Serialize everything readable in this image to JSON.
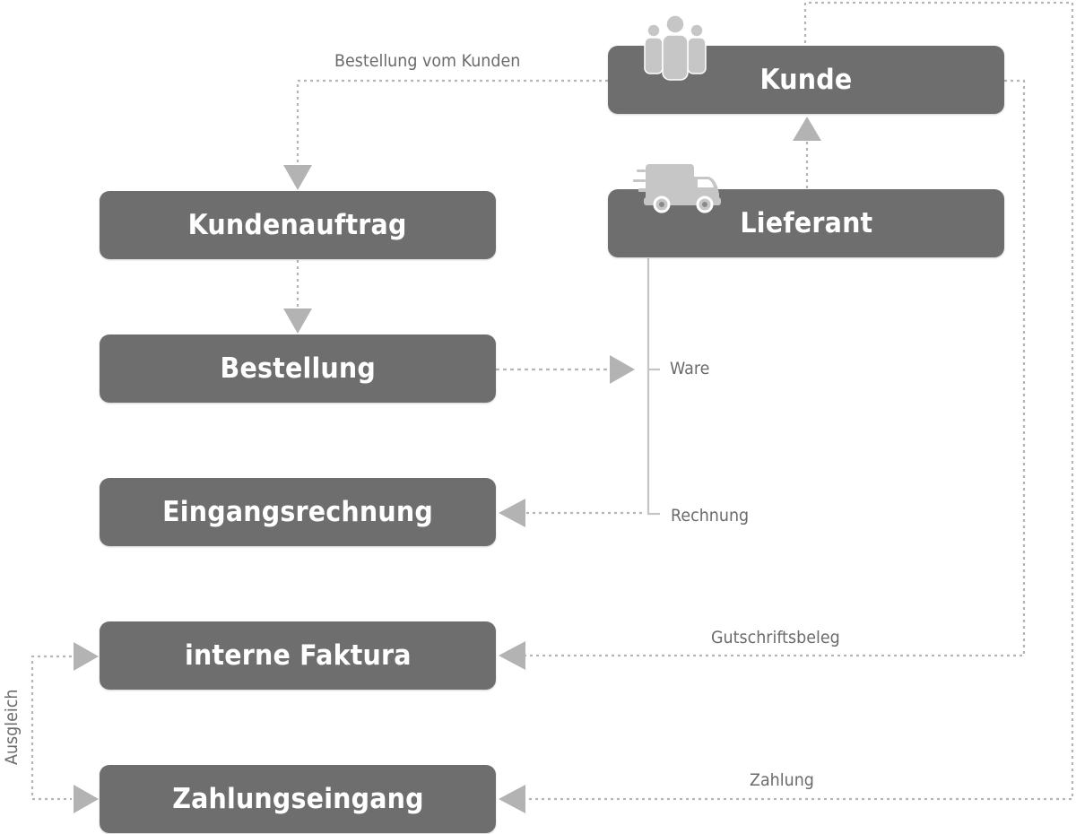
{
  "diagram": {
    "nodes": {
      "kunde": "Kunde",
      "lieferant": "Lieferant",
      "kundenauftrag": "Kundenauftrag",
      "bestellung": "Bestellung",
      "eingangsrechnung": "Eingangsrechnung",
      "interne_faktura": "interne Faktura",
      "zahlungseingang": "Zahlungseingang"
    },
    "edge_labels": {
      "bestellung_vom_kunden": "Bestellung vom Kunden",
      "ware": "Ware",
      "rechnung": "Rechnung",
      "gutschriftsbeleg": "Gutschriftsbeleg",
      "zahlung": "Zahlung",
      "ausgleich": "Ausgleich"
    },
    "edges": [
      {
        "from": "Kunde",
        "to": "Kundenauftrag",
        "label": "Bestellung vom Kunden",
        "style": "dotted"
      },
      {
        "from": "Kundenauftrag",
        "to": "Bestellung",
        "style": "dotted"
      },
      {
        "from": "Lieferant",
        "to": "Kunde",
        "style": "dotted"
      },
      {
        "from": "Bestellung",
        "to": "Lieferant",
        "label": "Ware",
        "style": "dashed"
      },
      {
        "from": "Lieferant",
        "to": "Eingangsrechnung",
        "label": "Rechnung",
        "style": "dotted"
      },
      {
        "from": "Kunde",
        "to": "interne Faktura",
        "label": "Gutschriftsbeleg",
        "style": "dotted"
      },
      {
        "from": "Kunde",
        "to": "Zahlungseingang",
        "label": "Zahlung",
        "style": "dotted"
      },
      {
        "from": "interne Faktura",
        "to": "Zahlungseingang",
        "label": "Ausgleich",
        "style": "dotted",
        "bidirectional": true
      }
    ],
    "icons": {
      "kunde": "people-group-icon",
      "lieferant": "delivery-truck-icon"
    },
    "colors": {
      "node_fill": "#6e6e6e",
      "node_text": "#ffffff",
      "connector": "#b3b3b3",
      "icon": "#c6c6c6",
      "label_text": "#6b6b6b"
    }
  }
}
